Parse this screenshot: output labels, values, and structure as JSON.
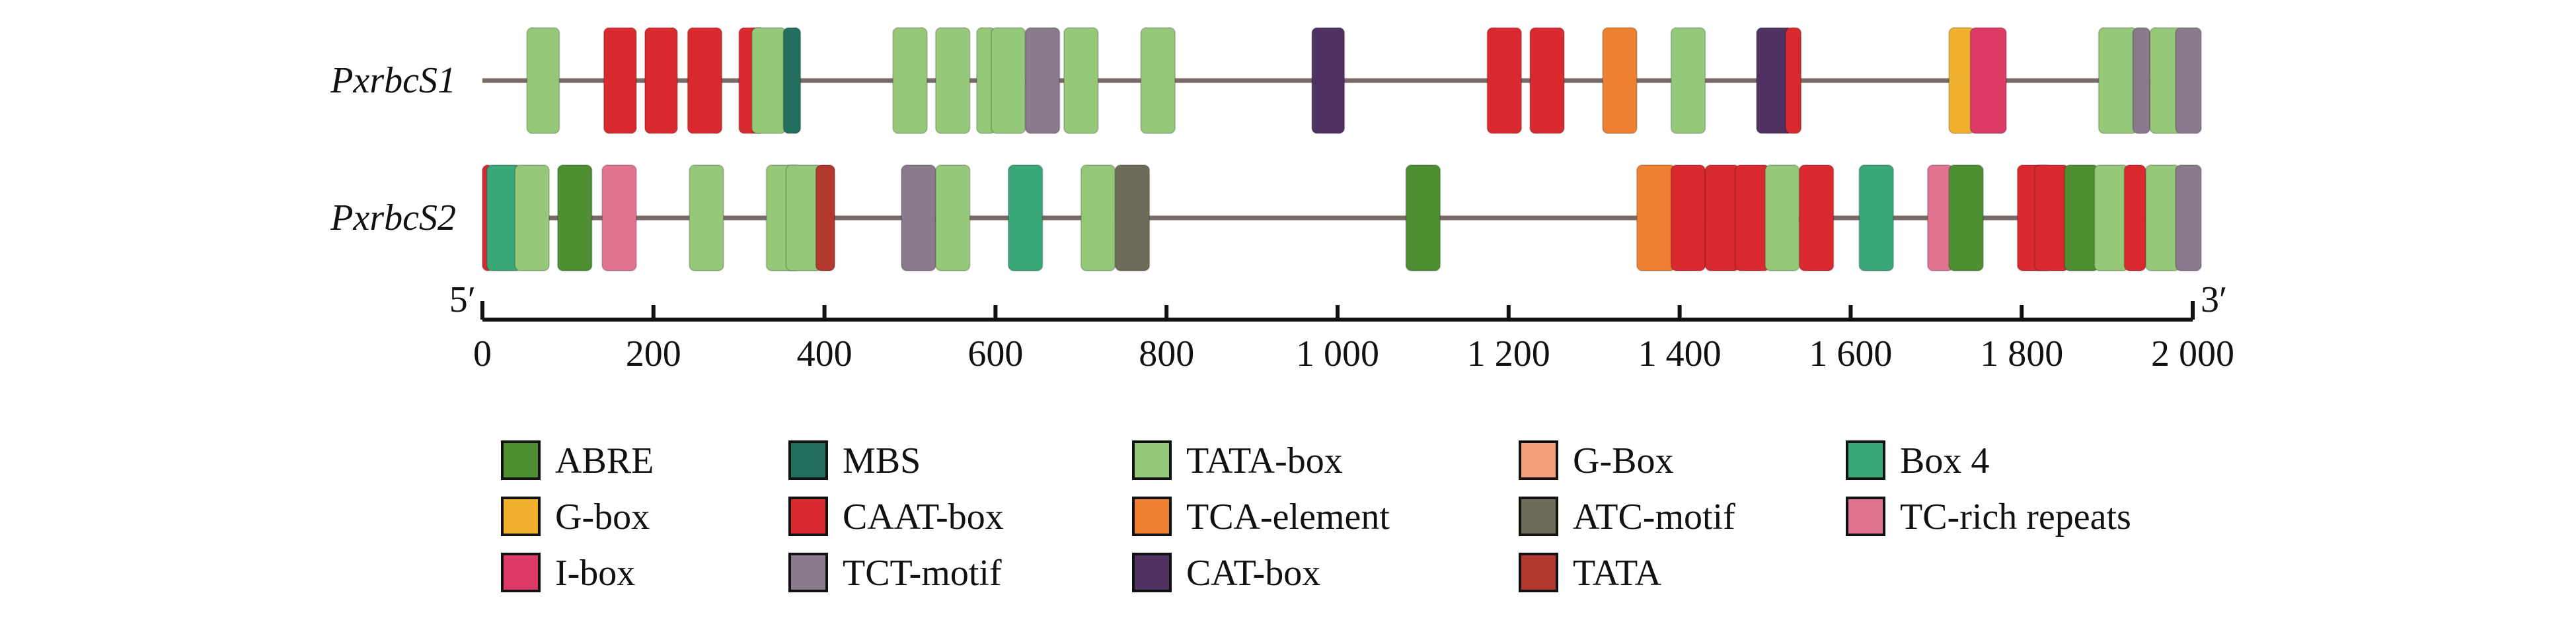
{
  "sequences": [
    {
      "name": "PxrbcS1",
      "elements": [
        {
          "type": "TATA-box",
          "start": 52,
          "end": 90
        },
        {
          "type": "CAAT-box",
          "start": 142,
          "end": 180
        },
        {
          "type": "CAAT-box",
          "start": 190,
          "end": 228
        },
        {
          "type": "CAAT-box",
          "start": 240,
          "end": 280
        },
        {
          "type": "CAAT-box",
          "start": 300,
          "end": 330
        },
        {
          "type": "TATA-box",
          "start": 315,
          "end": 355
        },
        {
          "type": "MBS",
          "start": 352,
          "end": 372
        },
        {
          "type": "TATA-box",
          "start": 480,
          "end": 520
        },
        {
          "type": "TATA-box",
          "start": 530,
          "end": 570
        },
        {
          "type": "TATA-box",
          "start": 578,
          "end": 600
        },
        {
          "type": "TATA-box",
          "start": 595,
          "end": 635
        },
        {
          "type": "TCT-motif",
          "start": 635,
          "end": 675
        },
        {
          "type": "TATA-box",
          "start": 680,
          "end": 720
        },
        {
          "type": "TATA-box",
          "start": 770,
          "end": 810
        },
        {
          "type": "CAT-box",
          "start": 970,
          "end": 1008
        },
        {
          "type": "CAAT-box",
          "start": 1175,
          "end": 1215
        },
        {
          "type": "CAAT-box",
          "start": 1225,
          "end": 1265
        },
        {
          "type": "TCA-element",
          "start": 1310,
          "end": 1350
        },
        {
          "type": "TATA-box",
          "start": 1390,
          "end": 1430
        },
        {
          "type": "CAT-box",
          "start": 1490,
          "end": 1532
        },
        {
          "type": "CAAT-box",
          "start": 1524,
          "end": 1542
        },
        {
          "type": "G-box",
          "start": 1715,
          "end": 1745
        },
        {
          "type": "I-box",
          "start": 1740,
          "end": 1782
        },
        {
          "type": "TATA-box",
          "start": 1890,
          "end": 1935
        },
        {
          "type": "TCT-motif",
          "start": 1930,
          "end": 1950
        },
        {
          "type": "TATA-box",
          "start": 1950,
          "end": 1988
        },
        {
          "type": "TCT-motif",
          "start": 1980,
          "end": 2010
        }
      ]
    },
    {
      "name": "PxrbcS2",
      "elements": [
        {
          "type": "CAAT-box",
          "start": 0,
          "end": 12
        },
        {
          "type": "Box 4",
          "start": 5,
          "end": 45
        },
        {
          "type": "TATA-box",
          "start": 38,
          "end": 78
        },
        {
          "type": "ABRE",
          "start": 88,
          "end": 128
        },
        {
          "type": "TC-rich repeats",
          "start": 140,
          "end": 180
        },
        {
          "type": "TATA-box",
          "start": 242,
          "end": 282
        },
        {
          "type": "TATA-box",
          "start": 332,
          "end": 372
        },
        {
          "type": "TATA-box",
          "start": 355,
          "end": 397
        },
        {
          "type": "TATA",
          "start": 390,
          "end": 412
        },
        {
          "type": "TCT-motif",
          "start": 490,
          "end": 530
        },
        {
          "type": "TATA-box",
          "start": 530,
          "end": 570
        },
        {
          "type": "Box 4",
          "start": 615,
          "end": 655
        },
        {
          "type": "TATA-box",
          "start": 700,
          "end": 740
        },
        {
          "type": "ATC-motif",
          "start": 740,
          "end": 780
        },
        {
          "type": "ABRE",
          "start": 1080,
          "end": 1120
        },
        {
          "type": "TCA-element",
          "start": 1350,
          "end": 1395
        },
        {
          "type": "CAAT-box",
          "start": 1390,
          "end": 1430
        },
        {
          "type": "CAAT-box",
          "start": 1430,
          "end": 1470
        },
        {
          "type": "CAAT-box",
          "start": 1465,
          "end": 1505
        },
        {
          "type": "TATA-box",
          "start": 1500,
          "end": 1540
        },
        {
          "type": "CAAT-box",
          "start": 1540,
          "end": 1580
        },
        {
          "type": "Box 4",
          "start": 1610,
          "end": 1650
        },
        {
          "type": "TC-rich repeats",
          "start": 1690,
          "end": 1720
        },
        {
          "type": "ABRE",
          "start": 1715,
          "end": 1755
        },
        {
          "type": "CAAT-box",
          "start": 1795,
          "end": 1835
        },
        {
          "type": "CAAT-box",
          "start": 1815,
          "end": 1855
        },
        {
          "type": "ABRE",
          "start": 1850,
          "end": 1890
        },
        {
          "type": "TATA-box",
          "start": 1885,
          "end": 1925
        },
        {
          "type": "CAAT-box",
          "start": 1920,
          "end": 1945
        },
        {
          "type": "TATA-box",
          "start": 1945,
          "end": 1985
        },
        {
          "type": "TCT-motif",
          "start": 1980,
          "end": 2010
        }
      ]
    }
  ],
  "axis": {
    "min": 0,
    "max": 2000,
    "ticks": [
      0,
      200,
      400,
      600,
      800,
      1000,
      1200,
      1400,
      1600,
      1800,
      2000
    ],
    "tick_labels": [
      "0",
      "200",
      "400",
      "600",
      "800",
      "1 000",
      "1 200",
      "1 400",
      "1 600",
      "1 800",
      "2 000"
    ],
    "left_end_label": "5′",
    "right_end_label": "3′"
  },
  "legend": [
    {
      "label": "ABRE",
      "color": "#4f8f34"
    },
    {
      "label": "MBS",
      "color": "#246e5f"
    },
    {
      "label": "TATA-box",
      "color": "#96c87a"
    },
    {
      "label": "G-Box",
      "color": "#f2a07b"
    },
    {
      "label": "Box 4",
      "color": "#3aa779"
    },
    {
      "label": "G-box",
      "color": "#efb030"
    },
    {
      "label": "CAAT-box",
      "color": "#d92a2f"
    },
    {
      "label": "TCA-element",
      "color": "#ee8131"
    },
    {
      "label": "ATC-motif",
      "color": "#6d6c58"
    },
    {
      "label": "TC-rich repeats",
      "color": "#e27390"
    },
    {
      "label": "I-box",
      "color": "#de3a68"
    },
    {
      "label": "TCT-motif",
      "color": "#8b7a8e"
    },
    {
      "label": "CAT-box",
      "color": "#4f3262"
    },
    {
      "label": "TATA",
      "color": "#b3382f"
    }
  ],
  "colors": {
    "backbone": "#7a6b67",
    "axis": "#111111",
    "text": "#111111"
  }
}
